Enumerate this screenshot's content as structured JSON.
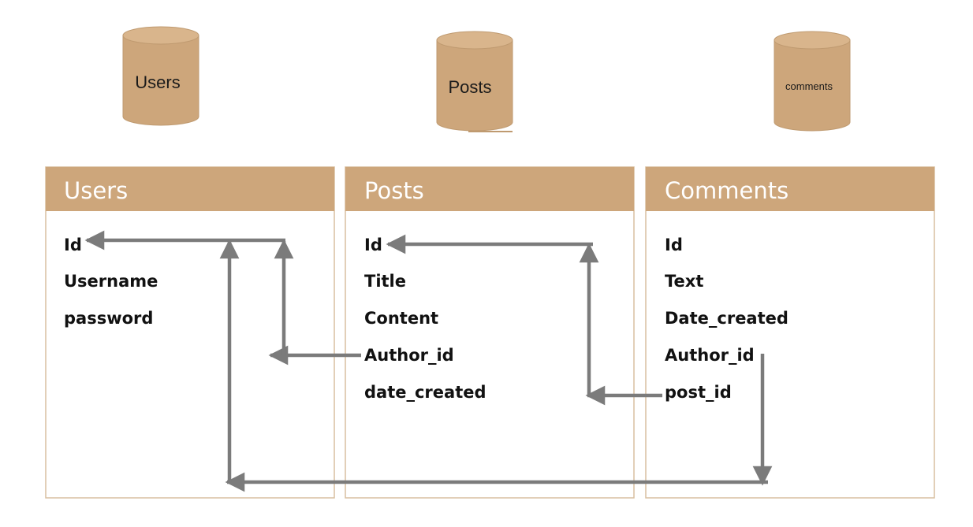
{
  "databases": [
    {
      "id": "users",
      "label": "Users"
    },
    {
      "id": "posts",
      "label": "Posts"
    },
    {
      "id": "comments",
      "label": "comments"
    }
  ],
  "tables": [
    {
      "id": "users",
      "title": "Users",
      "fields": [
        "Id",
        "Username",
        "password"
      ]
    },
    {
      "id": "posts",
      "title": "Posts",
      "fields": [
        "Id",
        "Title",
        "Content",
        "Author_id",
        "date_created"
      ]
    },
    {
      "id": "comments",
      "title": "Comments",
      "fields": [
        "Id",
        "Text",
        "Date_created",
        "Author_id",
        "post_id"
      ]
    }
  ],
  "relationships": [
    {
      "from": "posts.Author_id",
      "to": "users.Id"
    },
    {
      "from": "comments.post_id",
      "to": "posts.Id"
    },
    {
      "from": "comments.Author_id",
      "to": "users.Id"
    }
  ],
  "colors": {
    "accent": "#cda67b",
    "accent_dark": "#b98e60",
    "border": "#d9bfa0",
    "connector": "#7b7b7b"
  }
}
